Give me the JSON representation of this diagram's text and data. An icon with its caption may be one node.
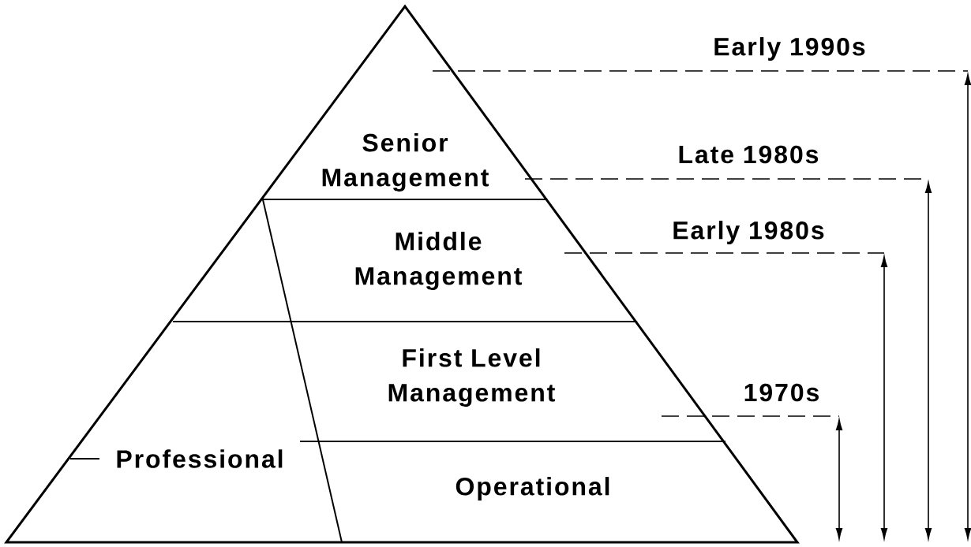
{
  "diagram": {
    "nodes": [
      {
        "text": [
          "Senior Management"
        ]
      },
      {
        "text": [
          "Middle Management"
        ]
      },
      {
        "text": [
          "First Level Management"
        ]
      },
      {
        "text": [
          "Operational"
        ]
      },
      {
        "text": [
          "Professional"
        ]
      }
    ],
    "labels": [
      "Early 1990s",
      "Late 1980s",
      "Early 1980s",
      "1970s"
    ]
  }
}
